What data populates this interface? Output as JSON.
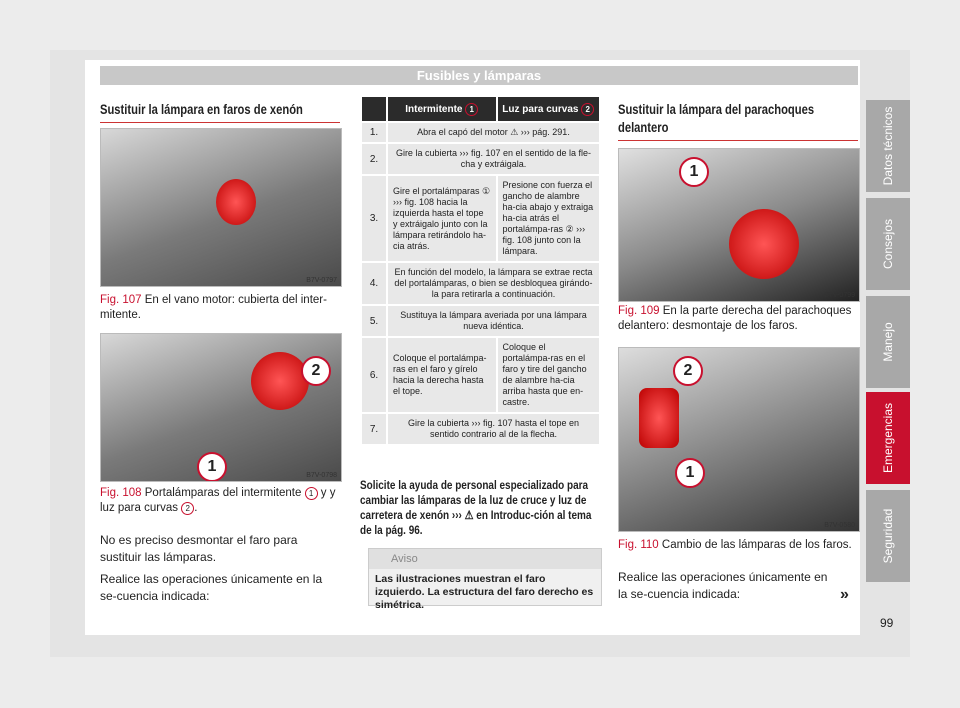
{
  "header": {
    "title": "Fusibles y lámparas"
  },
  "left": {
    "heading": "Sustituir la lámpara en faros de xenón",
    "fig107": {
      "code": "B7V-0797",
      "label": "Fig. 107",
      "caption": "En el vano motor: cubierta del inter-mitente."
    },
    "fig108": {
      "code": "B7V-0798",
      "label": "Fig. 108",
      "caption_a": "Portalámparas del intermitente",
      "caption_b": "y luz para curvas",
      "n1": "1",
      "n2": "2"
    },
    "p1": "No es preciso desmontar el faro para sustituir las lámparas.",
    "p2": "Realice las operaciones únicamente en la se-cuencia indicada:"
  },
  "table": {
    "h1": "Intermitente",
    "h1n": "1",
    "h2": "Luz para curvas",
    "h2n": "2",
    "rows": [
      {
        "n": "1.",
        "a": "Abra el capó del motor ⚠ ››› pág. 291."
      },
      {
        "n": "2.",
        "a": "Gire la cubierta ››› fig. 107 en el sentido de la fle-cha y extráigala."
      },
      {
        "n": "3.",
        "a": "Gire el portalámparas ① ››› fig. 108 hacia la izquierda hasta el tope y extráigalo junto con la lámpara retirándolo ha-cia atrás.",
        "b": "Presione con fuerza el gancho de alambre ha-cia abajo y extraiga ha-cia atrás el portalámpa-ras ② ››› fig. 108 junto con la lámpara."
      },
      {
        "n": "4.",
        "a": "En función del modelo, la lámpara se extrae recta del portalámparas, o bien se desbloquea girándo-la para retirarla a continuación."
      },
      {
        "n": "5.",
        "a": "Sustituya la lámpara averiada por una lámpara nueva idéntica."
      },
      {
        "n": "6.",
        "a": "Coloque el portalámpa-ras en el faro y gírelo hacia la derecha hasta el tope.",
        "b": "Coloque el portalámpa-ras en el faro y tire del gancho de alambre ha-cia arriba hasta que en-castre."
      },
      {
        "n": "7.",
        "a": "Gire la cubierta ››› fig. 107 hasta el tope en sentido contrario al de la flecha."
      }
    ]
  },
  "middle": {
    "p": "Solicite la ayuda de personal especializado para cambiar las lámparas de la luz de cruce y luz de carretera de xenón ››› ⚠ en Introduc-ción al tema de la pág. 96.",
    "aviso_title": "Aviso",
    "aviso_text": "Las ilustraciones muestran el faro izquierdo. La estructura del faro derecho es simétrica."
  },
  "right": {
    "heading": "Sustituir la lámpara del parachoques delantero",
    "fig109": {
      "code": "B7V-0799",
      "label": "Fig. 109",
      "caption": "En la parte derecha del parachoques delantero: desmontaje de los faros.",
      "n1": "1"
    },
    "fig110": {
      "code": "B7V-0580",
      "label": "Fig. 110",
      "caption": "Cambio de las lámparas de los faros.",
      "n1": "1",
      "n2": "2"
    },
    "p": "Realice las operaciones únicamente en la se-cuencia indicada:",
    "cont": "»"
  },
  "tabs": [
    "Datos técnicos",
    "Consejos",
    "Manejo",
    "Emergencias",
    "Seguridad"
  ],
  "page_number": "99"
}
